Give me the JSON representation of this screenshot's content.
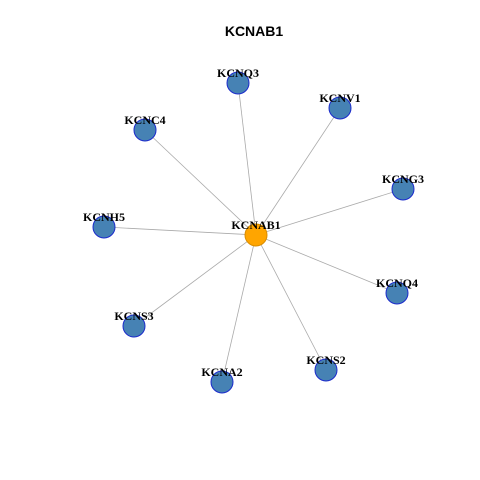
{
  "title": "KCNAB1",
  "center": {
    "id": "KCNAB1",
    "label": "KCNAB1"
  },
  "neighbors": [
    {
      "id": "KCNQ3",
      "label": "KCNQ3"
    },
    {
      "id": "KCNV1",
      "label": "KCNV1"
    },
    {
      "id": "KCNC4",
      "label": "KCNC4"
    },
    {
      "id": "KCNG3",
      "label": "KCNG3"
    },
    {
      "id": "KCNH5",
      "label": "KCNH5"
    },
    {
      "id": "KCNQ4",
      "label": "KCNQ4"
    },
    {
      "id": "KCNS3",
      "label": "KCNS3"
    },
    {
      "id": "KCNS2",
      "label": "KCNS2"
    },
    {
      "id": "KCNA2",
      "label": "KCNA2"
    }
  ],
  "colors": {
    "center_fill": "#FFA500",
    "center_stroke": "#D98C00",
    "node_fill": "#4682B4",
    "node_stroke": "#1B2ACC",
    "edge": "#AAAAAA"
  }
}
